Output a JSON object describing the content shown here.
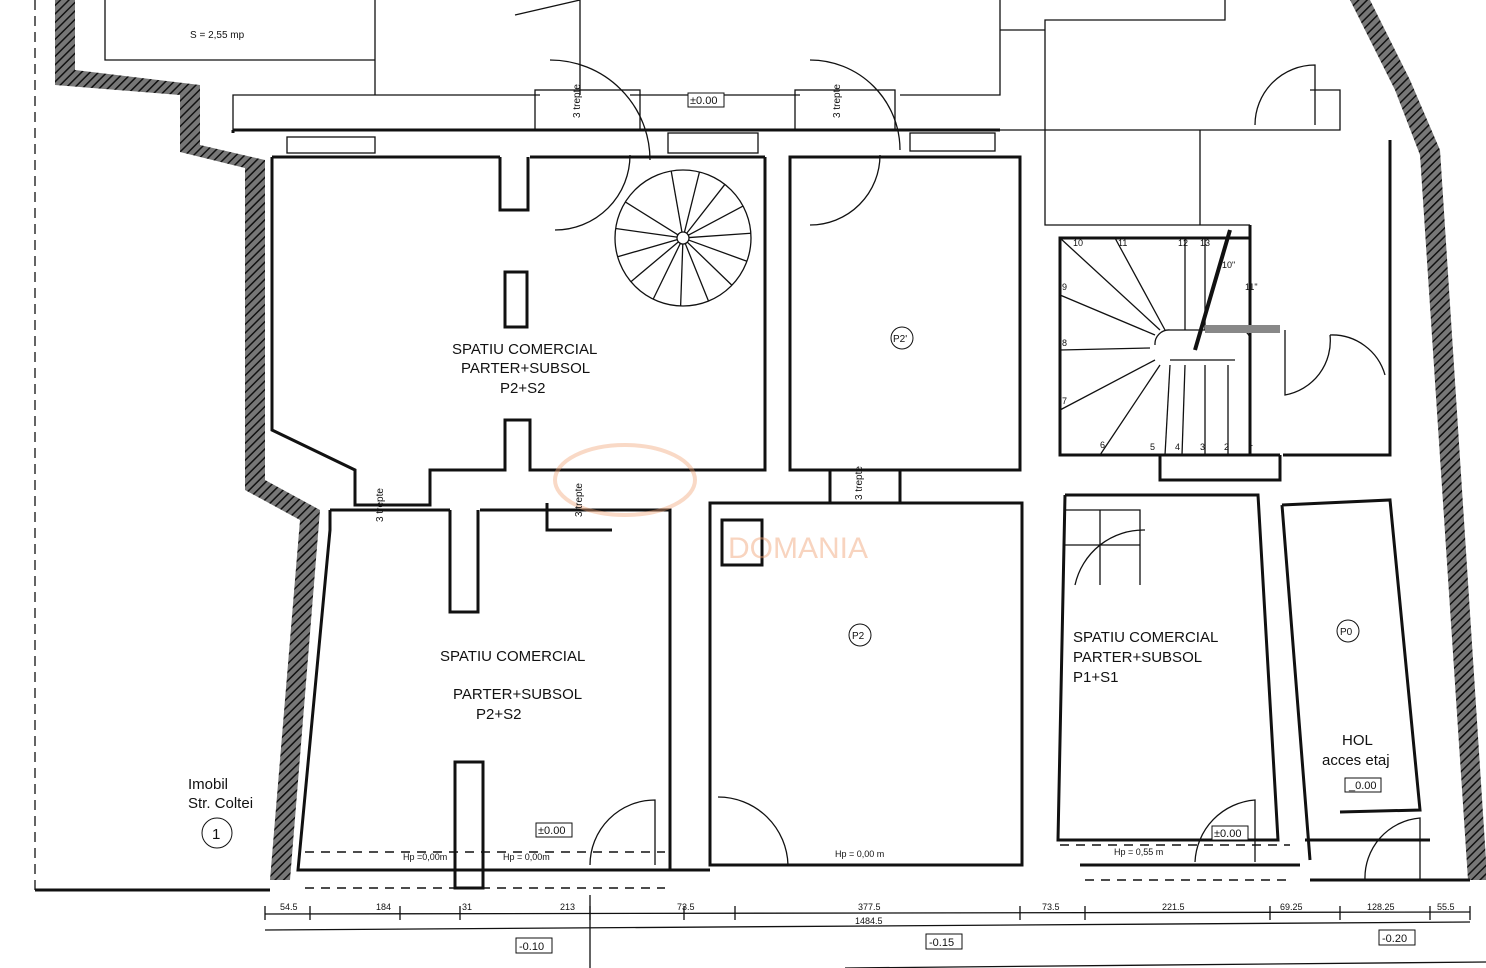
{
  "plan": {
    "top_note": "S = 2,55 mp",
    "rooms": [
      {
        "id": "p2-s2-top",
        "lines": [
          "SPATIU COMERCIAL",
          "PARTER+SUBSOL",
          "P2+S2"
        ]
      },
      {
        "id": "p2-s2-bottom",
        "lines": [
          "SPATIU COMERCIAL",
          "PARTER+SUBSOL",
          "P2+S2"
        ]
      },
      {
        "id": "p1-s1",
        "lines": [
          "SPATIU COMERCIAL",
          "PARTER+SUBSOL",
          "P1+S1"
        ]
      },
      {
        "id": "hol",
        "lines": [
          "HOL",
          "acces etaj"
        ]
      }
    ],
    "markers": [
      "P2'",
      "P2",
      "P0",
      "1"
    ],
    "neighbor": [
      "Imobil",
      "Str. Coltei"
    ],
    "stairs_label": "3 trepte",
    "stair_steps": [
      "1",
      "2",
      "3",
      "4",
      "5",
      "6",
      "7",
      "8",
      "9",
      "10",
      "11",
      "12",
      "13",
      "10\"",
      "11\""
    ],
    "levels": [
      "±0.00",
      "±0.00",
      "±0.00",
      "_0.00",
      "-0.10",
      "-0.15",
      "-0.20"
    ],
    "hp": [
      "Hp =0,00m",
      "Hp = 0,00m",
      "Hp = 0,00 m",
      "Hp = 0,55 m"
    ],
    "dimensions": [
      "54.5",
      "184",
      "31",
      "213",
      "73.5",
      "377.5",
      "73.5",
      "221.5",
      "69.25",
      "128.25",
      "55.5"
    ],
    "total_dimension": "1484.5",
    "watermark": "DOMANIA",
    "colors": {
      "line": "#111111",
      "watermark": "#f0a070",
      "hatch": "#333333"
    }
  }
}
